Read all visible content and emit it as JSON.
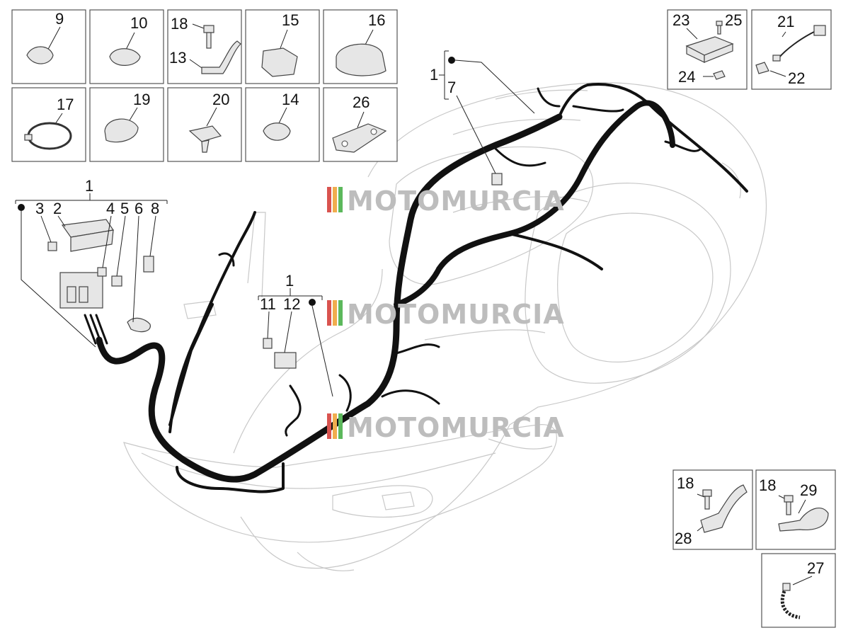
{
  "watermark": {
    "text": "MOTOMURCIA",
    "stripe_colors": [
      "#d9534f",
      "#f0ad4e",
      "#5cb85c",
      "#e0e0e0"
    ]
  },
  "part_boxes": [
    {
      "id": "box-9",
      "label": "9"
    },
    {
      "id": "box-10",
      "label": "10"
    },
    {
      "id": "box-18-13",
      "labels": [
        "18",
        "13"
      ]
    },
    {
      "id": "box-15",
      "label": "15"
    },
    {
      "id": "box-16",
      "label": "16"
    },
    {
      "id": "box-17",
      "label": "17"
    },
    {
      "id": "box-19",
      "label": "19"
    },
    {
      "id": "box-20",
      "label": "20"
    },
    {
      "id": "box-14",
      "label": "14"
    },
    {
      "id": "box-26",
      "label": "26"
    },
    {
      "id": "box-23-25-24",
      "labels": [
        "23",
        "25",
        "24"
      ]
    },
    {
      "id": "box-21-22",
      "labels": [
        "21",
        "22"
      ]
    },
    {
      "id": "box-18-28",
      "labels": [
        "18",
        "28"
      ]
    },
    {
      "id": "box-18-29",
      "labels": [
        "18",
        "29"
      ]
    },
    {
      "id": "box-27",
      "label": "27"
    }
  ],
  "callouts": {
    "group_left": {
      "main": "1",
      "items": [
        "3",
        "2",
        "4",
        "5",
        "6",
        "8"
      ]
    },
    "group_middle": {
      "main": "1",
      "items": [
        "11",
        "12"
      ]
    },
    "group_top": {
      "main": "1",
      "items": [
        "7"
      ]
    }
  }
}
